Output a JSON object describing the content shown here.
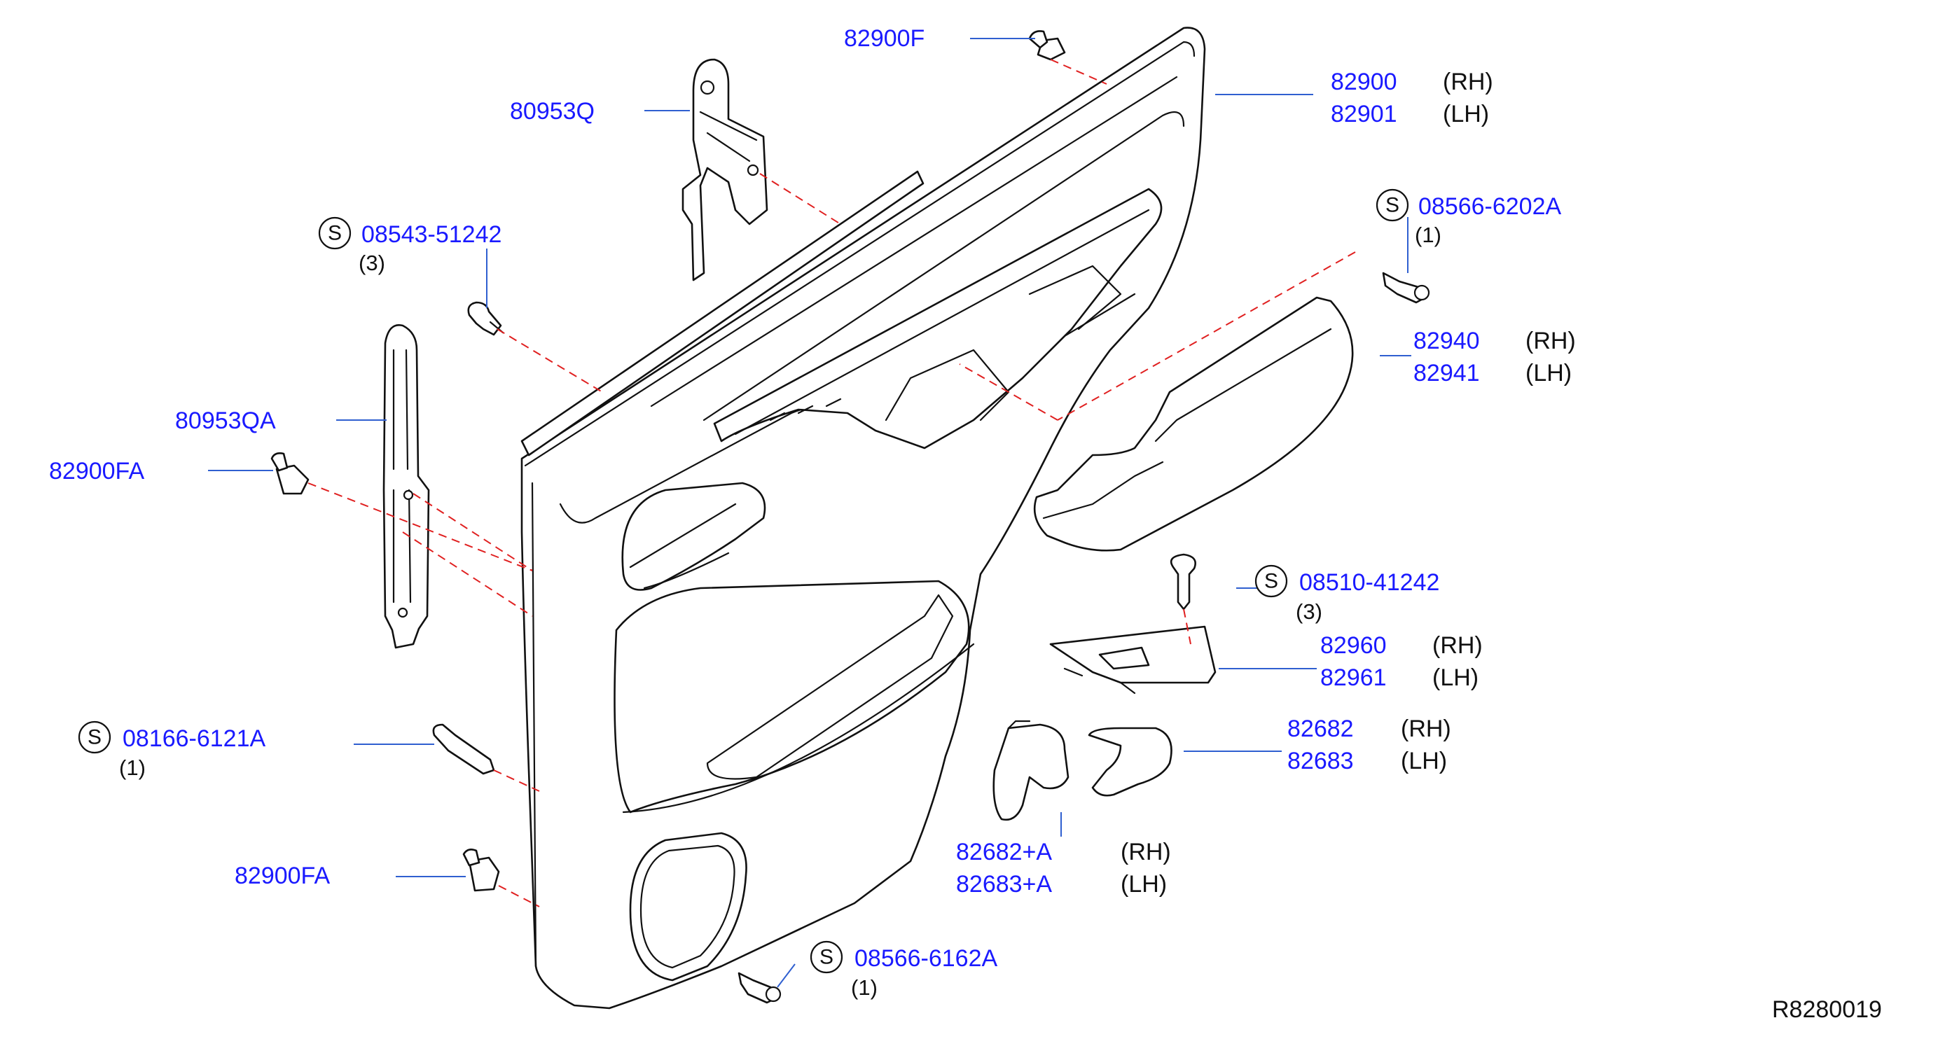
{
  "reference_code": "R8280019",
  "screw_mark": "S",
  "callouts": {
    "p82900f": {
      "part": "82900F"
    },
    "p80953q": {
      "part": "80953Q"
    },
    "p82900": {
      "part_rh": "82900",
      "side_rh": "(RH)",
      "part_lh": "82901",
      "side_lh": "(LH)"
    },
    "s08566_6202a": {
      "part": "08566-6202A",
      "qty": "(1)"
    },
    "s08543_51242": {
      "part": "08543-51242",
      "qty": "(3)"
    },
    "p82940": {
      "part_rh": "82940",
      "side_rh": "(RH)",
      "part_lh": "82941",
      "side_lh": "(LH)"
    },
    "p80953qa": {
      "part": "80953QA"
    },
    "p82900fa_top": {
      "part": "82900FA"
    },
    "s08510_41242": {
      "part": "08510-41242",
      "qty": "(3)"
    },
    "p82960": {
      "part_rh": "82960",
      "side_rh": "(RH)",
      "part_lh": "82961",
      "side_lh": "(LH)"
    },
    "s08166_6121a": {
      "part": "08166-6121A",
      "qty": "(1)"
    },
    "p82682": {
      "part_rh": "82682",
      "side_rh": "(RH)",
      "part_lh": "82683",
      "side_lh": "(LH)"
    },
    "p82682a": {
      "part_rh": "82682+A",
      "side_rh": "(RH)",
      "part_lh": "82683+A",
      "side_lh": "(LH)"
    },
    "p82900fa_bottom": {
      "part": "82900FA"
    },
    "s08566_6162a": {
      "part": "08566-6162A",
      "qty": "(1)"
    }
  }
}
